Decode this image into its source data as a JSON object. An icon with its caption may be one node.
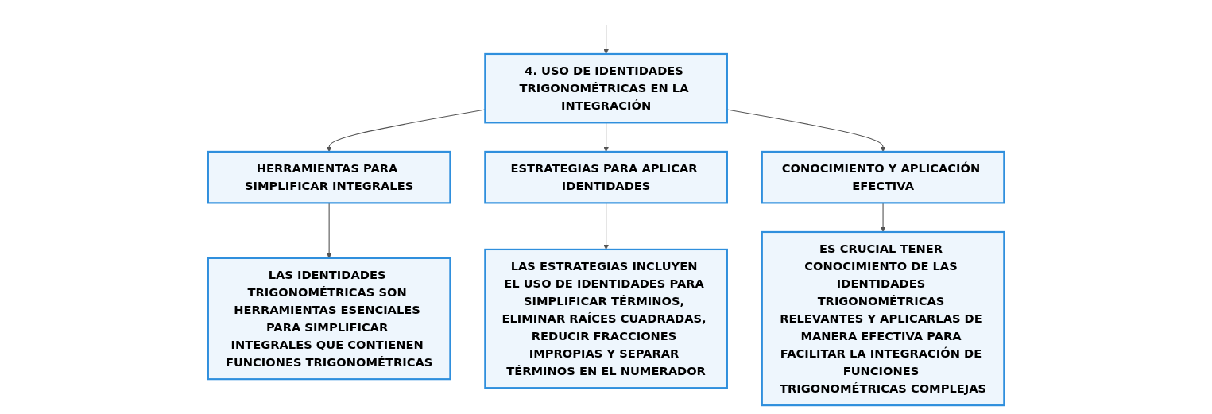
{
  "diagram": {
    "nodes": [
      {
        "text": [
          "4. USO DE IDENTIDADES TRIGONOMÉTRICAS EN LA INTEGRACIÓN"
        ]
      },
      {
        "text": [
          "HERRAMIENTAS PARA SIMPLIFICAR INTEGRALES"
        ]
      },
      {
        "text": [
          "ESTRATEGIAS PARA APLICAR IDENTIDADES"
        ]
      },
      {
        "text": [
          "CONOCIMIENTO Y APLICACIÓN EFECTIVA"
        ]
      },
      {
        "text": [
          "LAS IDENTIDADES TRIGONOMÉTRICAS SON HERRAMIENTAS ESENCIALES PARA SIMPLIFICAR INTEGRALES QUE CONTIENEN FUNCIONES TRIGONOMÉTRICAS"
        ]
      },
      {
        "text": [
          "LAS ESTRATEGIAS INCLUYEN EL USO DE IDENTIDADES PARA SIMPLIFICAR TÉRMINOS, ELIMINAR RAÍCES CUADRADAS, REDUCIR FRACCIONES IMPROPIAS Y SEPARAR TÉRMINOS EN EL NUMERADOR"
        ]
      },
      {
        "text": [
          "ES CRUCIAL TENER CONOCIMIENTO DE LAS IDENTIDADES TRIGONOMÉTRICAS RELEVANTES Y APLICARLAS DE MANERA EFECTIVA PARA FACILITAR LA INTEGRACIÓN DE FUNCIONES TRIGONOMÉTRICAS COMPLEJAS"
        ]
      }
    ],
    "edges": [
      {
        "from": null,
        "to": 0,
        "arrow": "to"
      },
      {
        "from": 0,
        "to": 1,
        "arrow": "to"
      },
      {
        "from": 0,
        "to": 2,
        "arrow": "to"
      },
      {
        "from": 0,
        "to": 3,
        "arrow": "to"
      },
      {
        "from": 1,
        "to": 4,
        "arrow": "to"
      },
      {
        "from": 2,
        "to": 5,
        "arrow": "to"
      },
      {
        "from": 3,
        "to": 6,
        "arrow": "to"
      }
    ]
  }
}
